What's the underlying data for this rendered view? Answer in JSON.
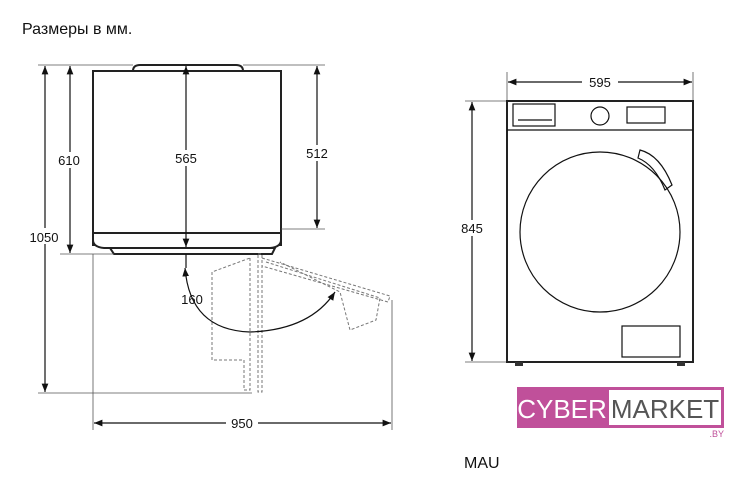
{
  "title": "Размеры в мм.",
  "side_view": {
    "dimensions": {
      "total_depth_door_open": "1050",
      "depth": "610",
      "body_depth": "565",
      "depth_without_door": "512",
      "width_door_open": "950",
      "door_angle": "160"
    }
  },
  "front_view": {
    "dimensions": {
      "width": "595",
      "height": "845"
    }
  },
  "logo": {
    "part1": "CYBER",
    "part2": "MARKET",
    "suffix": ".BY",
    "colors": {
      "pink": "#c0509a",
      "gray": "#555555"
    }
  },
  "model_label": "MAU"
}
